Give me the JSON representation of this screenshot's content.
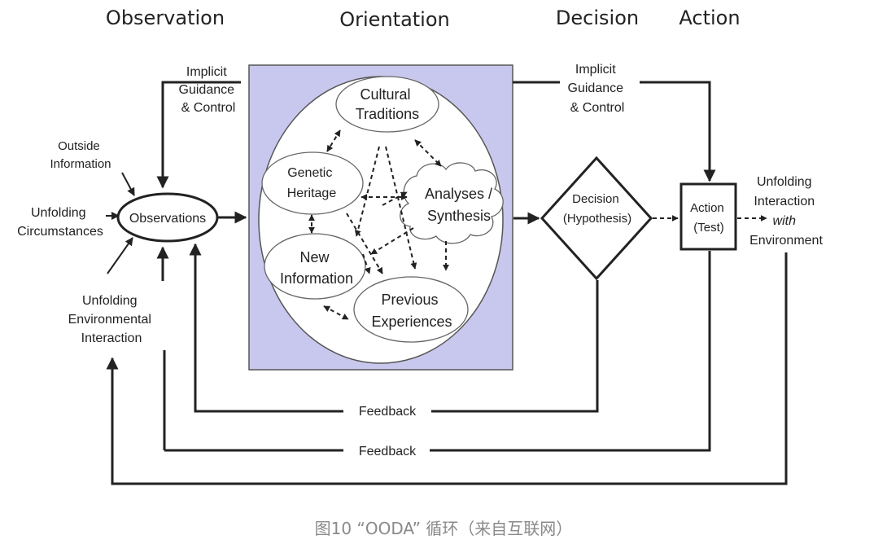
{
  "headers": {
    "observation": "Observation",
    "orientation": "Orientation",
    "decision": "Decision",
    "action": "Action"
  },
  "labels": {
    "implicit_guidance_left": [
      "Implicit",
      "Guidance",
      "& Control"
    ],
    "implicit_guidance_right": [
      "Implicit",
      "Guidance",
      "& Control"
    ],
    "outside_information": [
      "Outside",
      "Information"
    ],
    "unfolding_circumstances": [
      "Unfolding",
      "Circumstances"
    ],
    "unfolding_environmental_interaction": [
      "Unfolding",
      "Environmental",
      "Interaction"
    ],
    "observations": "Observations",
    "cultural_traditions": [
      "Cultural",
      "Traditions"
    ],
    "genetic_heritage": [
      "Genetic",
      "Heritage"
    ],
    "analyses_synthesis": [
      "Analyses /",
      "Synthesis"
    ],
    "new_information": [
      "New",
      "Information"
    ],
    "previous_experiences": [
      "Previous",
      "Experiences"
    ],
    "decision_hypothesis": [
      "Decision",
      "(Hypothesis)"
    ],
    "action_test": [
      "Action",
      "(Test)"
    ],
    "unfolding_interaction": {
      "line1": "Unfolding",
      "line2": "Interaction",
      "line3_with": "with",
      "line4": "Environment"
    },
    "feedback_upper": "Feedback",
    "feedback_lower": "Feedback"
  },
  "caption": "图10 “OODA” 循环（来自互联网）",
  "colors": {
    "orientation_panel": "#c8c8ee",
    "line": "#222222",
    "caption": "#8a8a8a"
  }
}
